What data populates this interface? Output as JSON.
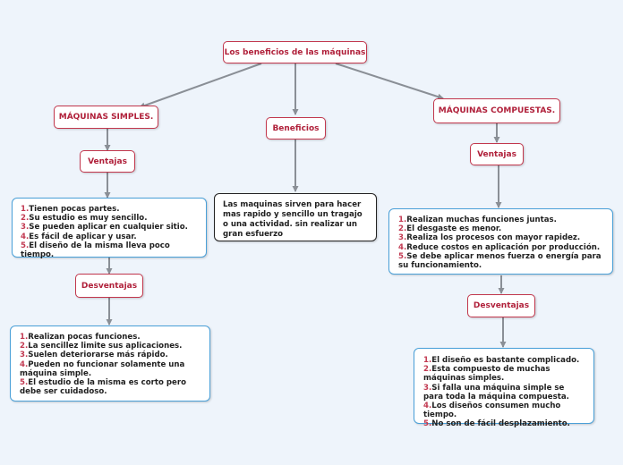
{
  "root": {
    "label": "Los beneficios de las máquinas"
  },
  "left": {
    "label": "MÁQUINAS SIMPLES.",
    "ventajas": {
      "label": "Ventajas",
      "items": [
        "Tienen pocas partes.",
        "Su estudio es muy sencillo.",
        "Se pueden aplicar en cualquier sitio.",
        "Es fácil de aplicar y usar.",
        "El diseño de la misma lleva poco tiempo."
      ]
    },
    "desventajas": {
      "label": "Desventajas",
      "items": [
        "Realizan pocas funciones.",
        "La sencillez limite sus aplicaciones.",
        "Suelen deteriorarse más rápido.",
        "Pueden no funcionar solamente una máquina simple.",
        "El estudio de la misma es corto pero debe ser cuidadoso."
      ]
    }
  },
  "middle": {
    "label": "Beneficios",
    "text": "Las maquinas sirven para hacer mas rapido y sencillo un tragajo o una actividad. sin realizar un gran esfuerzo"
  },
  "right": {
    "label": "MÁQUINAS COMPUESTAS.",
    "ventajas": {
      "label": "Ventajas",
      "items": [
        "Realizan muchas funciones juntas.",
        "El desgaste es menor.",
        "Realiza los procesos con mayor rapidez.",
        "Reduce costos en aplicación por producción.",
        "Se debe aplicar menos fuerza o energía para su funcionamiento."
      ]
    },
    "desventajas": {
      "label": "Desventajas",
      "items": [
        "El diseño es bastante complicado.",
        "Esta compuesto de muchas máquinas simples.",
        "Si falla una máquina simple se para toda la máquina compuesta.",
        "Los diseños consumen mucho tiempo.",
        "No son de fácil desplazamiento."
      ]
    }
  },
  "colors": {
    "background": "#eef4fb",
    "topic_border": "#c2374d",
    "topic_text": "#b0203a",
    "card_border": "#4aa0d8",
    "connector": "#8a8f96",
    "number": "#c23a52"
  }
}
